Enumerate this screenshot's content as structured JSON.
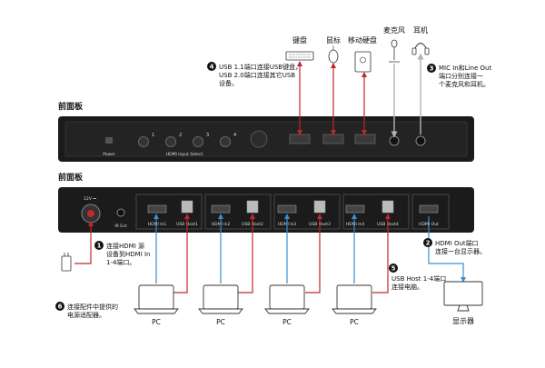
{
  "devices": {
    "keyboard": "键盘",
    "mouse": "鼠标",
    "usb_drive": "移动硬盘",
    "microphone": "麦克风",
    "headphones": "耳机",
    "monitor": "显示器",
    "pc": "PC"
  },
  "panels": {
    "front_title": "前面板",
    "rear_title": "前面板"
  },
  "front_panel": {
    "power_label": "Power",
    "input_select_label": "HDMI Input Select",
    "buttons": [
      "1",
      "2",
      "3",
      "4"
    ]
  },
  "rear_panel": {
    "dc_label": "12V ⎓",
    "ir_label": "IR Ext",
    "ports": [
      "HDMI In1",
      "USB Host1",
      "HDMI In2",
      "USB Host2",
      "HDMI In3",
      "USB Host3",
      "HDMI In4",
      "USB Host4",
      "HDMI Out"
    ]
  },
  "callouts": [
    {
      "num": "1",
      "lines": [
        "连接HDMI 源",
        "设备到HDMI In",
        "1-4端口。"
      ]
    },
    {
      "num": "2",
      "lines": [
        "HDMI Out端口",
        "连接一台显示器。"
      ]
    },
    {
      "num": "3",
      "lines": [
        "MIC In和Line Out",
        "端口分别连接一",
        "个麦克风和耳机。"
      ]
    },
    {
      "num": "4",
      "lines": [
        "USB 1.1端口连接USB键盘，",
        "USB 2.0端口连接其它USB",
        "设备。"
      ]
    },
    {
      "num": "5",
      "lines": [
        "USB Host 1-4端口",
        "连接电脑。"
      ]
    },
    {
      "num": "6",
      "lines": [
        "连接配件中提供的",
        "电源适配器。"
      ]
    }
  ],
  "colors": {
    "hdmi_cable": "#3a8fd0",
    "usb_cable": "#c1272d",
    "audio_cable": "#b3b3b3",
    "panel": "#1b1b1b"
  }
}
